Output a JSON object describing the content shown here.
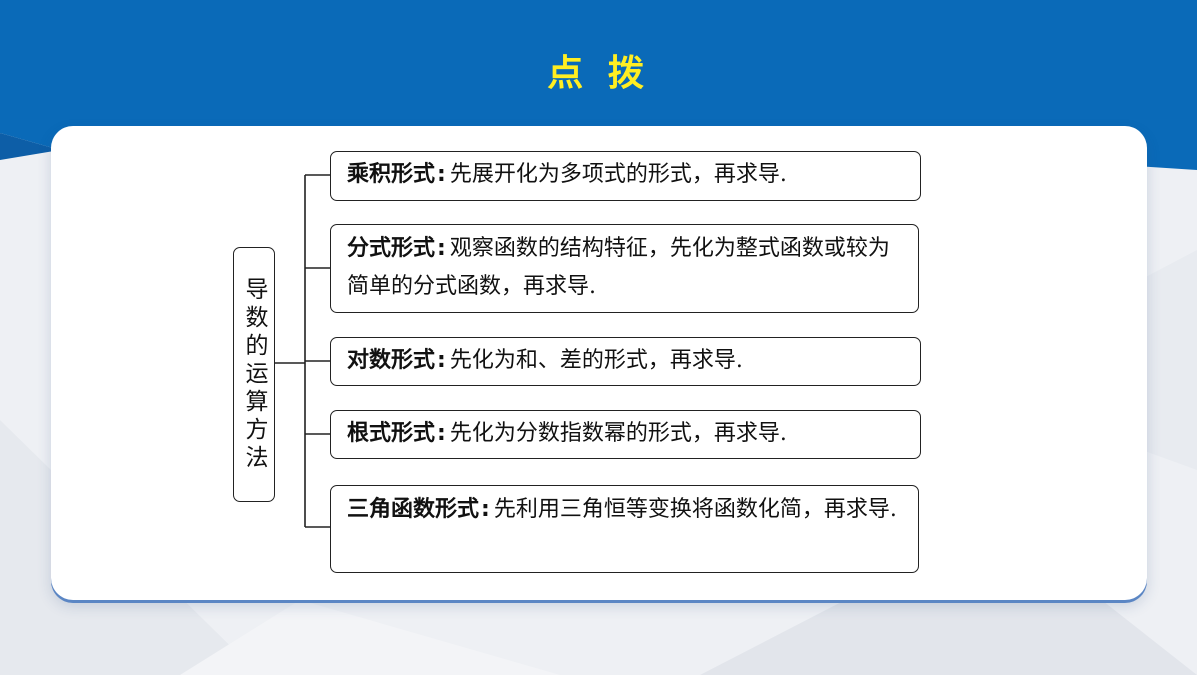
{
  "slide": {
    "title": "点 拨",
    "colors": {
      "header": "#0a6ab8",
      "title": "#ffee22",
      "card_shadow": "#5b86c4"
    }
  },
  "diagram": {
    "root_label": "导数的运算方法",
    "branches": [
      {
        "term": "乘积形式",
        "text": "先展开化为多项式的形式，再求导."
      },
      {
        "term": "分式形式",
        "text": "观察函数的结构特征，先化为整式函数或较为简单的分式函数，再求导."
      },
      {
        "term": "对数形式",
        "text": "先化为和、差的形式，再求导."
      },
      {
        "term": "根式形式",
        "text": "先化为分数指数幂的形式，再求导."
      },
      {
        "term": "三角函数形式",
        "text": "先利用三角恒等变换将函数化简，再求导."
      }
    ]
  }
}
